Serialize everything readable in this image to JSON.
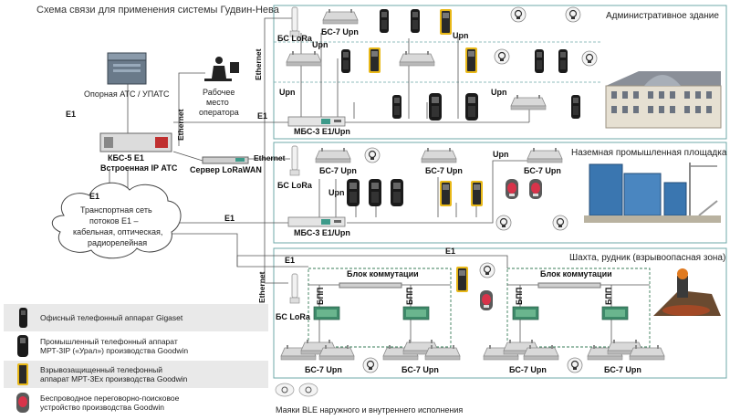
{
  "title": "Схема связи для применения системы Гудвин-Нева",
  "zones": {
    "admin": "Административное здание",
    "industrial": "Наземная промышленная площадка",
    "mine": "Шахта, рудник (взрывоопасная зона)"
  },
  "labels": {
    "pbx": "Опорная АТС / УПАТС",
    "operator": [
      "Рабочее",
      "место",
      "оператора"
    ],
    "kbs": "КБС-5 Е1",
    "kbs_sub": "Встроенная IP АТС",
    "lorawan": "Сервер LoRaWAN",
    "transport": [
      "Транспортная сеть",
      "потоков Е1 –",
      "кабельная, оптическая,",
      "радиорелейная"
    ],
    "bs_lora": "БС LoRa",
    "bs7": "БС-7 Upn",
    "mbs": "МБС-3 E1/Upn",
    "switch_block": "Блок коммутации",
    "bpp": "БПП",
    "ethernet": "Ethernet",
    "e1": "E1",
    "upn": "Upn",
    "ble_caption": "Маяки BLE наружного и внутреннего исполнения"
  },
  "legend": [
    {
      "text": [
        "Офисный телефонный аппарат Gigaset"
      ],
      "icon": "office-phone-icon"
    },
    {
      "text": [
        "Промышленный телефонный аппарат",
        "МРТ-3IP («Урал») производства Goodwin"
      ],
      "icon": "industrial-phone-icon"
    },
    {
      "text": [
        "Взрывозащищенный телефонный",
        "аппарат МРТ-3Ex производства Goodwin"
      ],
      "icon": "explosion-proof-phone-icon"
    },
    {
      "text": [
        "Беспроводное переговорно-поисковое",
        "устройство производства Goodwin"
      ],
      "icon": "wireless-pager-icon"
    }
  ],
  "colors": {
    "zone_border": "#6fa8a8",
    "line": "#555555",
    "phone_dark": "#1a1a1a",
    "phone_yellow": "#e8b818",
    "pager_red": "#d8334a",
    "device_gray": "#c9c9c9"
  }
}
